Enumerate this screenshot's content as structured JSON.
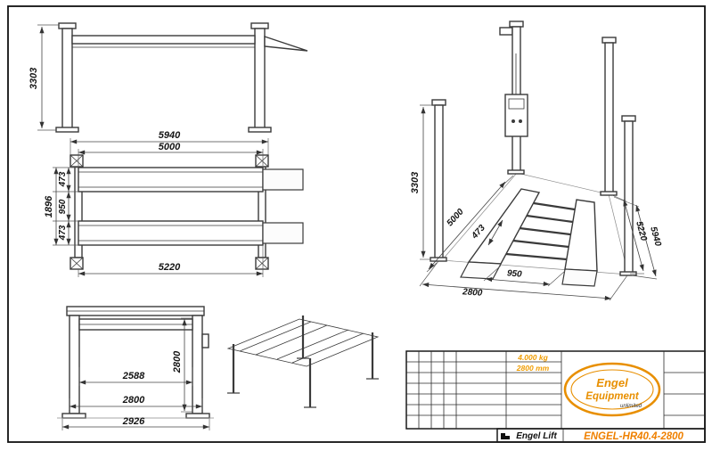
{
  "sheet": {
    "bg": "#ffffff",
    "accent_orange": "#ef9400",
    "line_color": "#3a3a3a"
  },
  "front_view": {
    "height": "3303"
  },
  "plan_view": {
    "overall_length": "5940",
    "platform_length": "5000",
    "runway_width_top": "473",
    "track_gap": "950",
    "runway_width_bottom": "473",
    "overall_width": "1896",
    "post_span": "5220"
  },
  "end_view": {
    "height": "2800",
    "clear_width": "2588",
    "post_width": "2800",
    "base_width": "2926"
  },
  "iso_view": {
    "height": "3303",
    "platform_length": "5000",
    "runway_width": "473",
    "track_gap": "950",
    "drive_width": "2800",
    "post_span": "5220",
    "overall_length": "5940"
  },
  "title_block": {
    "capacity": "4.000 kg",
    "drive_width": "2800 mm",
    "logo_line1": "Engel",
    "logo_line2": "Equipment",
    "logo_tagline": "unlimited",
    "brand": "Engel Lift",
    "model": "ENGEL-HR40.4-2800"
  }
}
